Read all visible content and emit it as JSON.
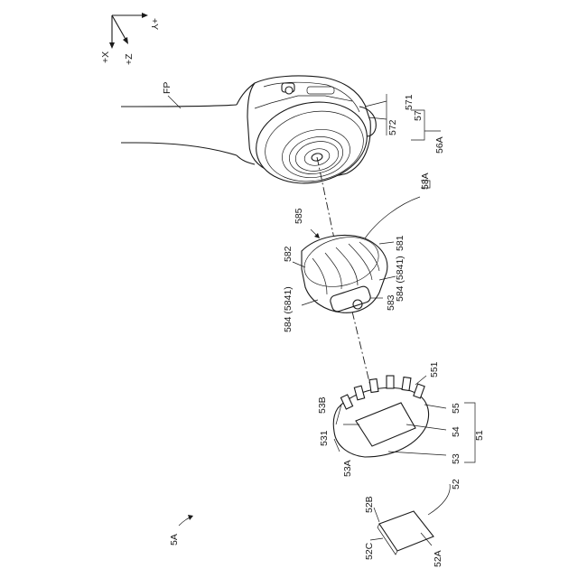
{
  "axes": {
    "y": "+Y",
    "x": "+X",
    "z": "+Z"
  },
  "labels": {
    "fp": "FP",
    "l571": "571",
    "l572": "572",
    "l57": "57",
    "l56a": "56A",
    "l58a": "58A",
    "l585": "585",
    "l581": "581",
    "l582": "582",
    "l584a": "584 (5841)",
    "l584b": "584 (5841)",
    "l583": "583",
    "l551": "551",
    "l53b": "53B",
    "l55": "55",
    "l531": "531",
    "l54": "54",
    "l53a": "53A",
    "l53": "53",
    "l51": "51",
    "l52": "52",
    "l52b": "52B",
    "l52c": "52C",
    "l52a": "52A",
    "l5a": "5A"
  }
}
